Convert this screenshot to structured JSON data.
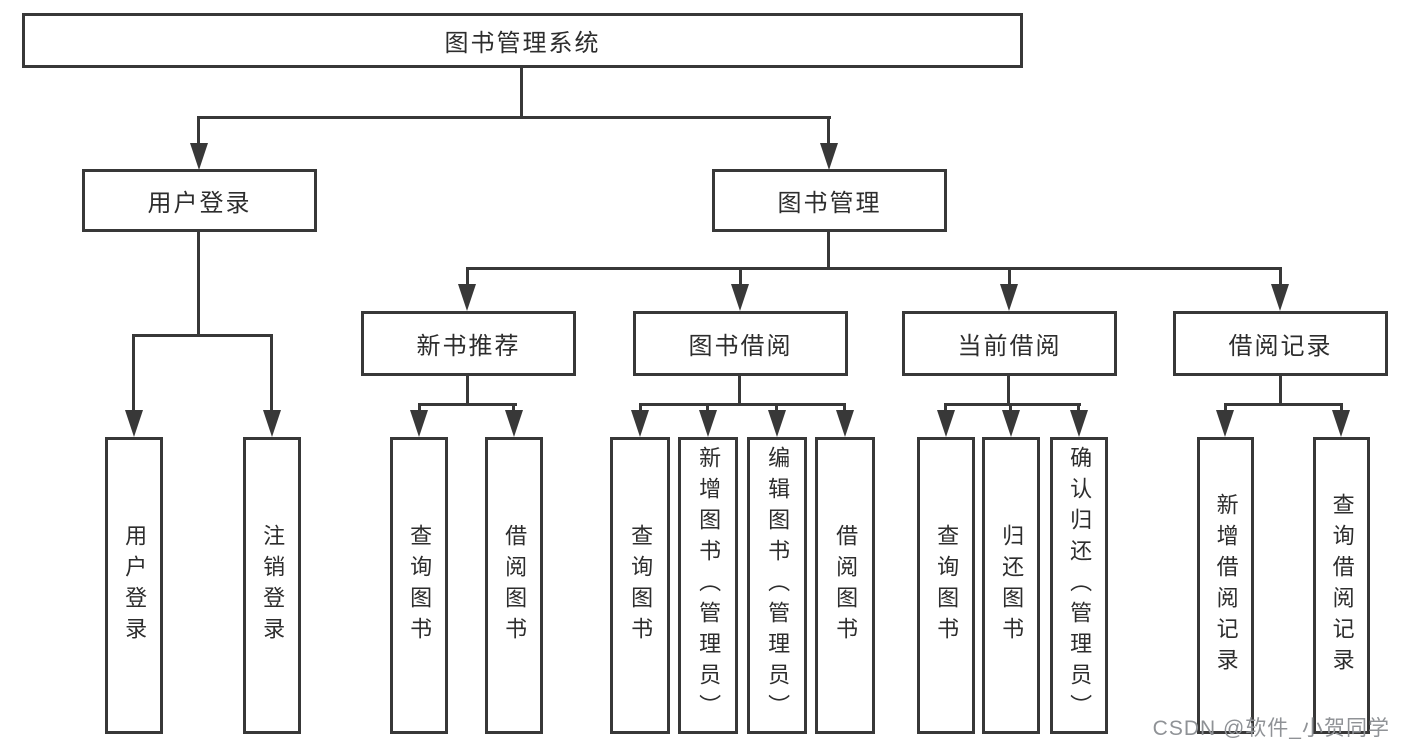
{
  "title_node": {
    "label": "图书管理系统"
  },
  "branches": {
    "user_login": {
      "label": "用户登录",
      "leaves": [
        {
          "label": "用户登录"
        },
        {
          "label": "注销登录"
        }
      ]
    },
    "book_management": {
      "label": "图书管理",
      "groups": [
        {
          "label": "新书推荐",
          "leaves": [
            {
              "label": "查询图书"
            },
            {
              "label": "借阅图书"
            }
          ]
        },
        {
          "label": "图书借阅",
          "leaves": [
            {
              "label": "查询图书"
            },
            {
              "label": "新增图书（管理员）"
            },
            {
              "label": "编辑图书（管理员）"
            },
            {
              "label": "借阅图书"
            }
          ]
        },
        {
          "label": "当前借阅",
          "leaves": [
            {
              "label": "查询图书"
            },
            {
              "label": "归还图书"
            },
            {
              "label": "确认归还（管理员）"
            }
          ]
        },
        {
          "label": "借阅记录",
          "leaves": [
            {
              "label": "新增借阅记录"
            },
            {
              "label": "查询借阅记录"
            }
          ]
        }
      ]
    }
  },
  "watermark": {
    "text": "CSDN @软件_小贺同学"
  },
  "colors": {
    "line": "#383838",
    "text": "#2d2d2d",
    "watermark": "#8f9296",
    "background": "#ffffff"
  }
}
